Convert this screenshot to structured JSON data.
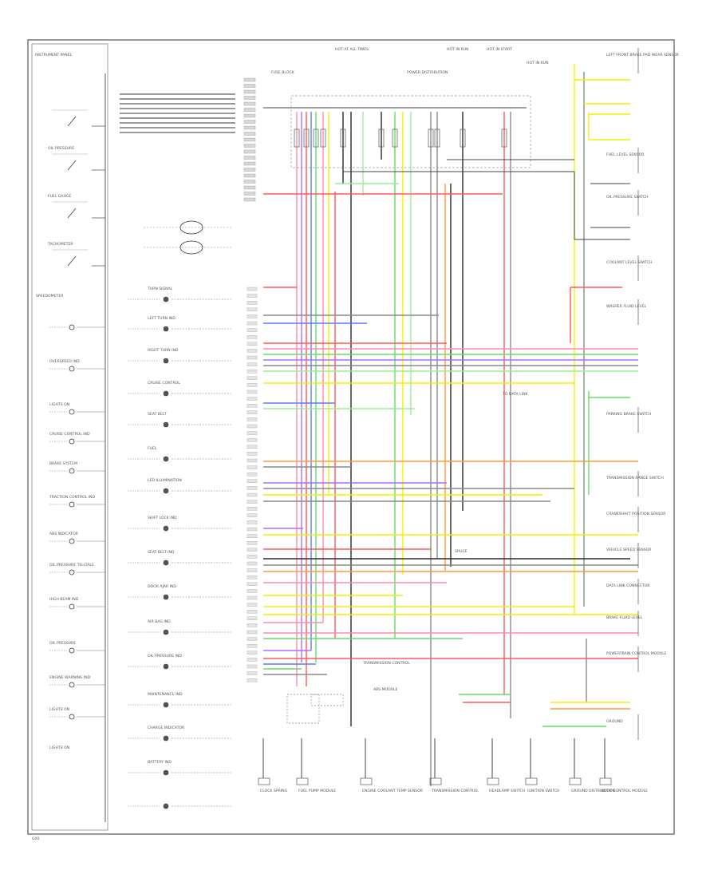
{
  "colors": {
    "frame": "#555555",
    "wire_black": "#2a2a2a",
    "wire_gray": "#8a8a8a",
    "wire_red": "#ff5a5a",
    "wire_pink": "#ff8ab0",
    "wire_green": "#66dd66",
    "wire_lightgreen": "#99ee99",
    "wire_yellow": "#f2f200",
    "wire_blue": "#5a7aff",
    "wire_purple": "#b06aff",
    "wire_orange": "#ff9a3a",
    "wire_brown": "#c88a4a"
  },
  "diagram": {
    "title": "",
    "left_panel": {
      "header": "INSTRUMENT PANEL",
      "gauges": [
        "OIL PRESSURE",
        "FUEL GAUGE",
        "TACHOMETER",
        "SPEEDOMETER"
      ],
      "indicators": [
        "OVERSPEED IND",
        "LIGHTS ON",
        "CRUISE CONTROL IND",
        "BRAKE SYSTEM",
        "TRACTION CONTROL IND",
        "ABS INDICATOR",
        "OIL PRESSURE TELLTALE",
        "HIGH BEAM IND",
        "OIL PRESSURE",
        "ENGINE WARNING IND",
        "LIGHTS ON"
      ],
      "lamps": [
        "TURN SIGNAL",
        "LEFT TURN IND",
        "RIGHT TURN IND",
        "CRUISE CONTROL",
        "SEAT BELT",
        "FUEL",
        "LED ILLUMINATION",
        "SHIFT LOCK IND",
        "SEAT BELT IND",
        "DOOR AJAR IND",
        "AIR BAG IND",
        "OIL PRESSURE IND",
        "MAINTENANCE IND",
        "CHARGE INDICATOR",
        "BATTERY IND"
      ]
    },
    "top_labels": [
      "HOT AT ALL TIMES",
      "HOT IN RUN",
      "HOT IN START",
      "FUSE BLOCK",
      "POWER DISTRIBUTION",
      "HOT IN RUN"
    ],
    "right_labels": [
      "LEFT FRONT BRAKE PAD WEAR SENSOR",
      "FUEL LEVEL SENSOR",
      "OIL PRESSURE SWITCH",
      "COOLANT LEVEL SWITCH",
      "WASHER FLUID LEVEL",
      "PARKING BRAKE SWITCH",
      "TRANSMISSION RANGE SWITCH",
      "CRANKSHAFT POSITION SENSOR",
      "VEHICLE SPEED SENSOR",
      "DATA LINK CONNECTOR",
      "BRAKE FLUID LEVEL",
      "POWERTRAIN CONTROL MODULE",
      "GROUND"
    ],
    "bottom_labels": [
      "CLOCK SPRING",
      "FUEL PUMP MODULE",
      "ENGINE COOLANT TEMP SENSOR",
      "TRANSMISSION CONTROL",
      "HEADLAMP SWITCH",
      "IGNITION SWITCH",
      "GROUND DISTRIBUTION",
      "BODY CONTROL MODULE"
    ],
    "mid_labels": [
      "TRANSMISSION CONTROL",
      "ABS MODULE",
      "SPLICE",
      "TO DATA LINK"
    ],
    "footer": "G00"
  }
}
